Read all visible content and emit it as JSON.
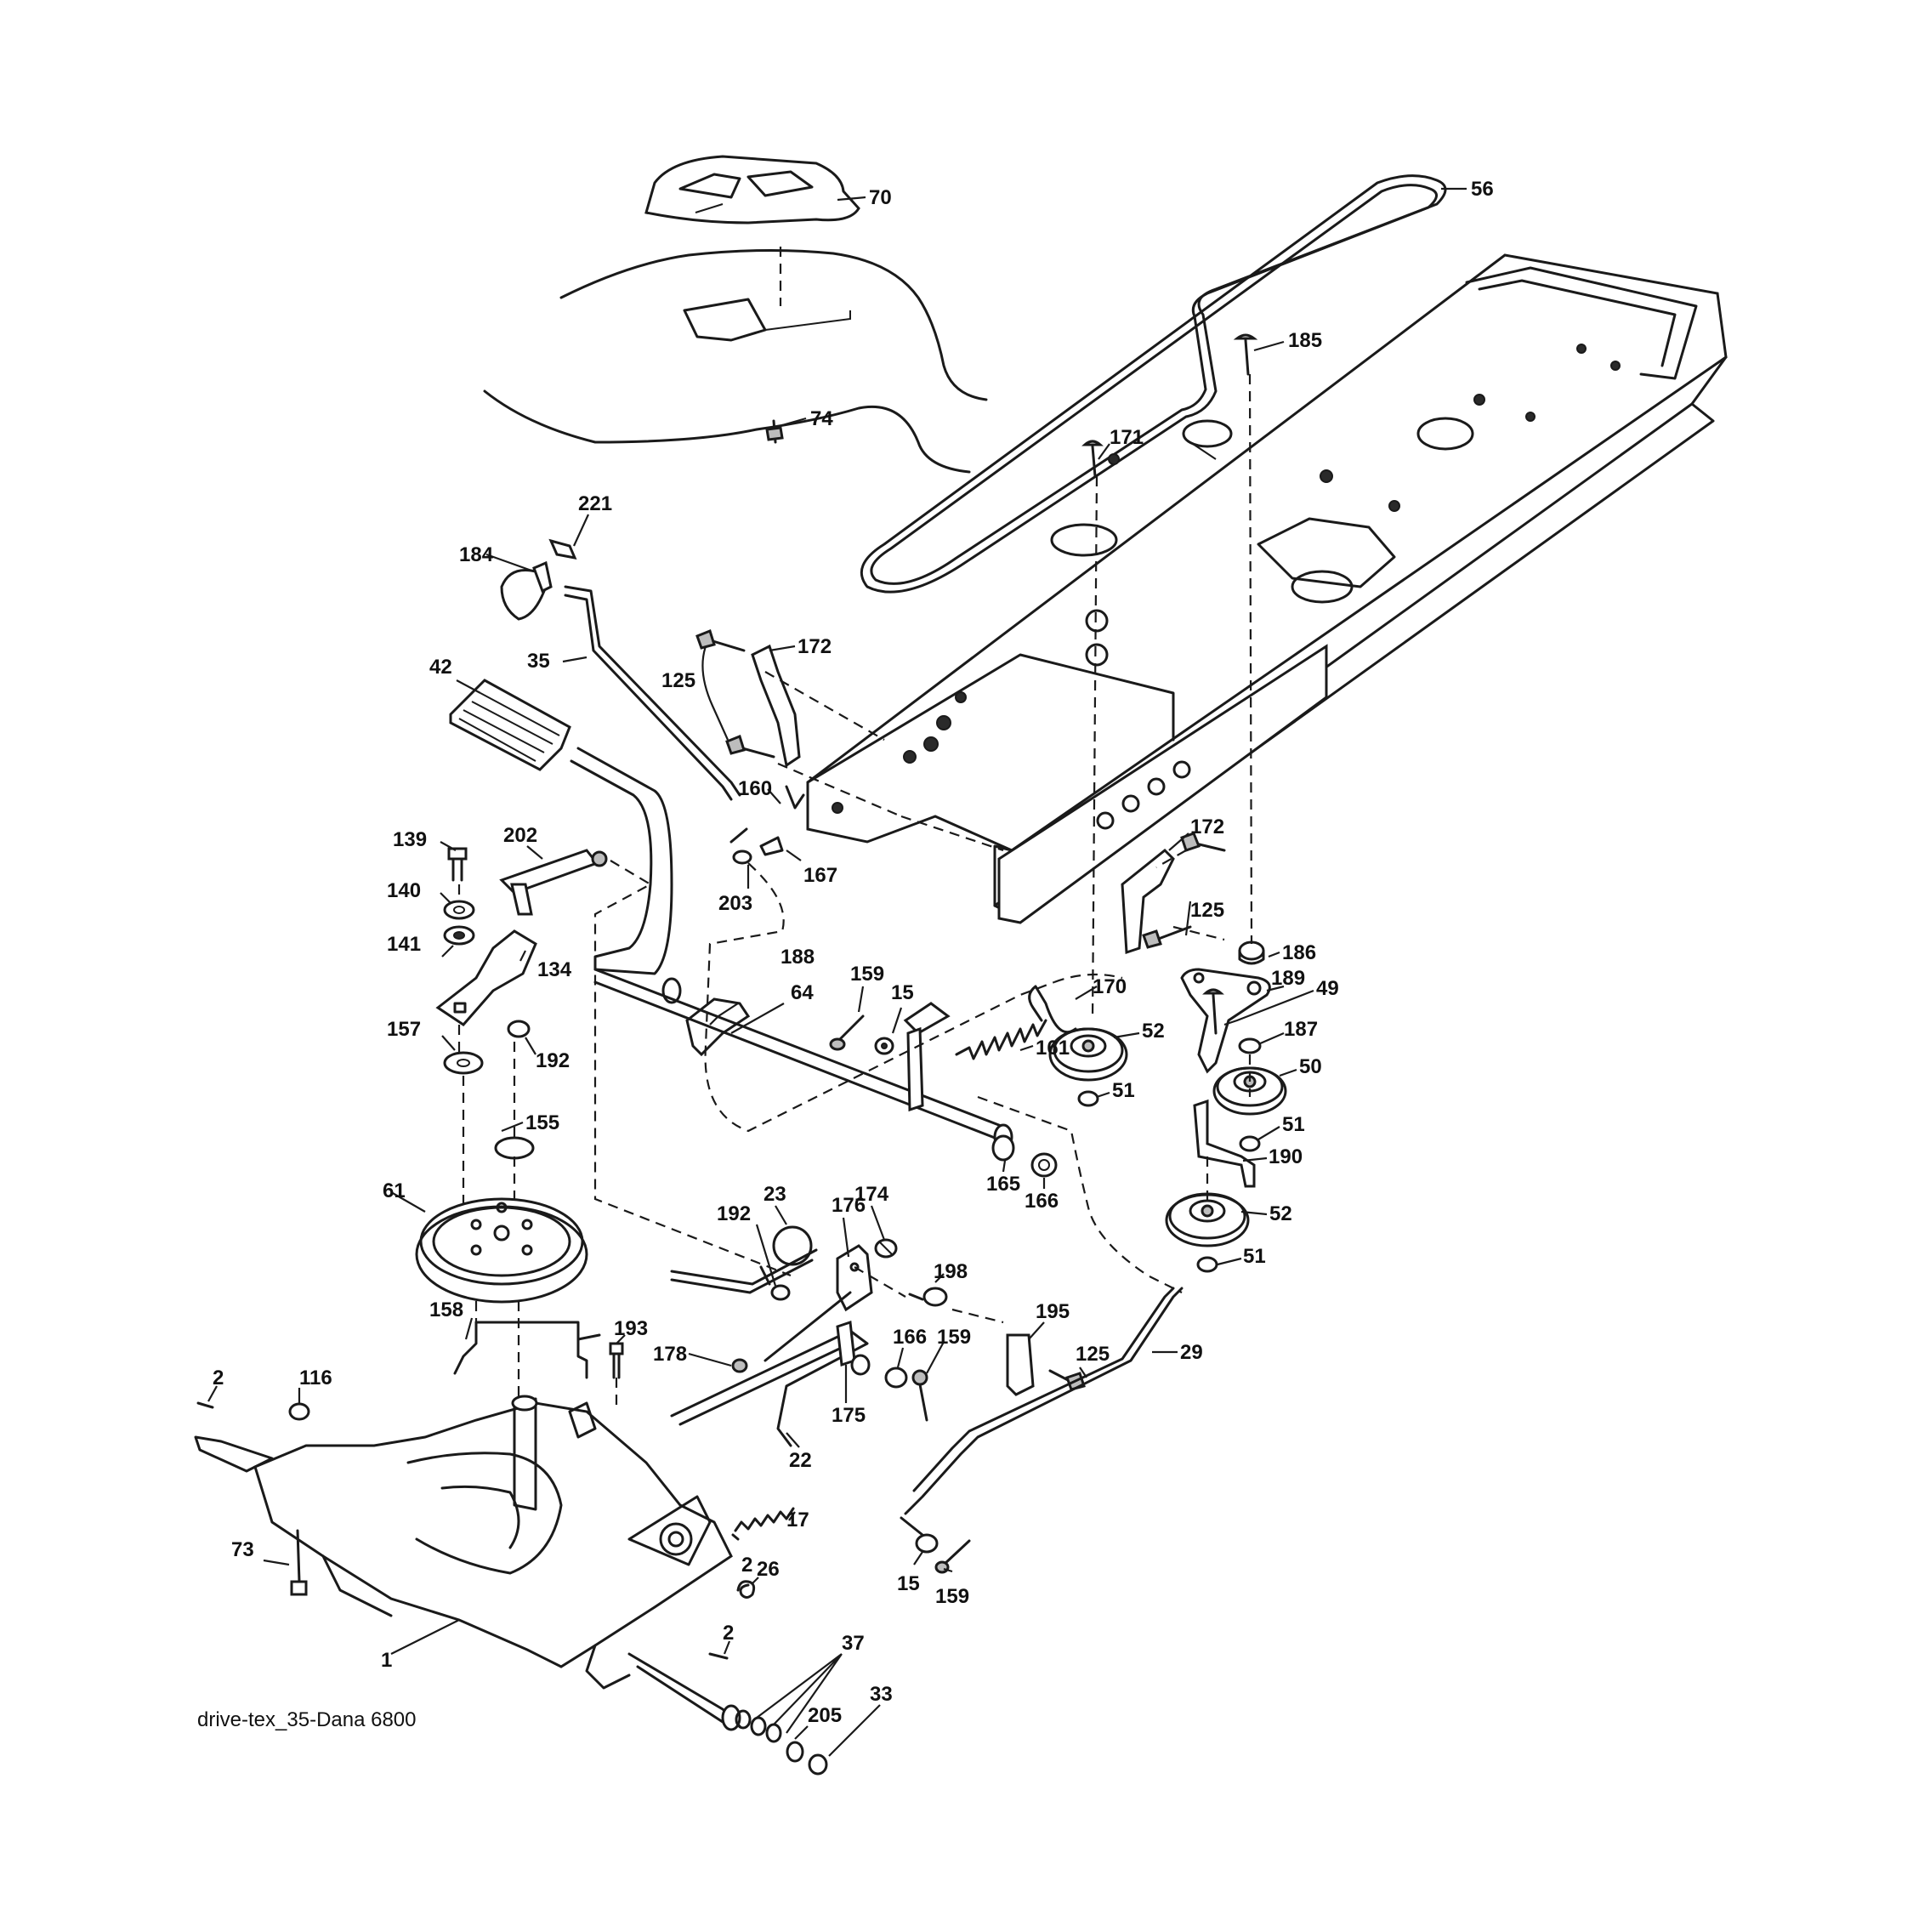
{
  "diagram": {
    "caption": "drive-tex_35-Dana 6800",
    "callouts": [
      {
        "id": "c56",
        "label": "56"
      },
      {
        "id": "c70",
        "label": "70"
      },
      {
        "id": "c185",
        "label": "185"
      },
      {
        "id": "c74",
        "label": "74"
      },
      {
        "id": "c171",
        "label": "171"
      },
      {
        "id": "c221",
        "label": "221"
      },
      {
        "id": "c184",
        "label": "184"
      },
      {
        "id": "c172a",
        "label": "172"
      },
      {
        "id": "c35",
        "label": "35"
      },
      {
        "id": "c125a",
        "label": "125"
      },
      {
        "id": "c42",
        "label": "42"
      },
      {
        "id": "c160",
        "label": "160"
      },
      {
        "id": "c172b",
        "label": "172"
      },
      {
        "id": "c139",
        "label": "139"
      },
      {
        "id": "c202",
        "label": "202"
      },
      {
        "id": "c167",
        "label": "167"
      },
      {
        "id": "c140",
        "label": "140"
      },
      {
        "id": "c203",
        "label": "203"
      },
      {
        "id": "c125b",
        "label": "125"
      },
      {
        "id": "c141",
        "label": "141"
      },
      {
        "id": "c134",
        "label": "134"
      },
      {
        "id": "c186",
        "label": "186"
      },
      {
        "id": "c188",
        "label": "188"
      },
      {
        "id": "c159a",
        "label": "159"
      },
      {
        "id": "c64",
        "label": "64"
      },
      {
        "id": "c15a",
        "label": "15"
      },
      {
        "id": "c170",
        "label": "170"
      },
      {
        "id": "c189",
        "label": "189"
      },
      {
        "id": "c49",
        "label": "49"
      },
      {
        "id": "c157",
        "label": "157"
      },
      {
        "id": "c192a",
        "label": "192"
      },
      {
        "id": "c161",
        "label": "161"
      },
      {
        "id": "c52a",
        "label": "52"
      },
      {
        "id": "c187",
        "label": "187"
      },
      {
        "id": "c50",
        "label": "50"
      },
      {
        "id": "c51a",
        "label": "51"
      },
      {
        "id": "c155",
        "label": "155"
      },
      {
        "id": "c51b",
        "label": "51"
      },
      {
        "id": "c190",
        "label": "190"
      },
      {
        "id": "c61",
        "label": "61"
      },
      {
        "id": "c165",
        "label": "165"
      },
      {
        "id": "c166a",
        "label": "166"
      },
      {
        "id": "c23",
        "label": "23"
      },
      {
        "id": "c176",
        "label": "176"
      },
      {
        "id": "c174",
        "label": "174"
      },
      {
        "id": "c52b",
        "label": "52"
      },
      {
        "id": "c192b",
        "label": "192"
      },
      {
        "id": "c51c",
        "label": "51"
      },
      {
        "id": "c198",
        "label": "198"
      },
      {
        "id": "c158",
        "label": "158"
      },
      {
        "id": "c193",
        "label": "193"
      },
      {
        "id": "c195",
        "label": "195"
      },
      {
        "id": "c166b",
        "label": "166"
      },
      {
        "id": "c159b",
        "label": "159"
      },
      {
        "id": "c178",
        "label": "178"
      },
      {
        "id": "c125c",
        "label": "125"
      },
      {
        "id": "c29",
        "label": "29"
      },
      {
        "id": "c2a",
        "label": "2"
      },
      {
        "id": "c116",
        "label": "116"
      },
      {
        "id": "c175",
        "label": "175"
      },
      {
        "id": "c22",
        "label": "22"
      },
      {
        "id": "c17",
        "label": "17"
      },
      {
        "id": "c73",
        "label": "73"
      },
      {
        "id": "c26",
        "label": "26"
      },
      {
        "id": "c2b",
        "label": "2"
      },
      {
        "id": "c15b",
        "label": "15"
      },
      {
        "id": "c159c",
        "label": "159"
      },
      {
        "id": "c1",
        "label": "1"
      },
      {
        "id": "c2c",
        "label": "2"
      },
      {
        "id": "c37",
        "label": "37"
      },
      {
        "id": "c205",
        "label": "205"
      },
      {
        "id": "c33",
        "label": "33"
      }
    ]
  }
}
